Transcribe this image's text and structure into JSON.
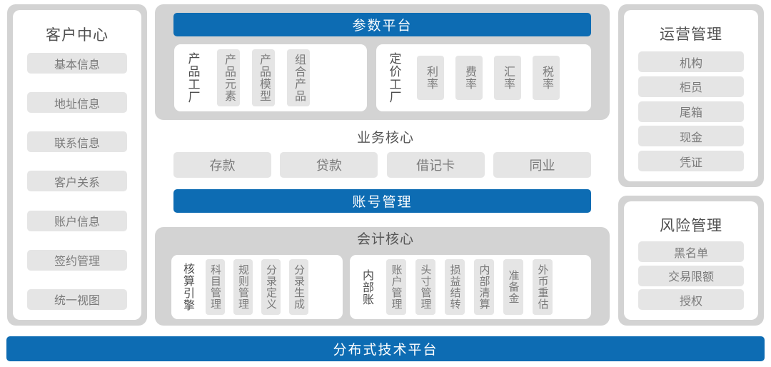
{
  "theme": {
    "accent_blue": "#0d6cb3",
    "panel_gray": "#d3d3d3",
    "chip_gray": "#e5e5e5",
    "chip_text": "#7a7a7a",
    "title_text": "#4f4f4f",
    "card_white": "#ffffff"
  },
  "customer_center": {
    "title": "客户中心",
    "items": [
      {
        "label": "基本信息"
      },
      {
        "label": "地址信息"
      },
      {
        "label": "联系信息"
      },
      {
        "label": "客户关系"
      },
      {
        "label": "账户信息"
      },
      {
        "label": "签约管理"
      },
      {
        "label": "统一视图"
      }
    ]
  },
  "parameter_platform": {
    "banner": "参数平台",
    "groups": [
      {
        "label": "产品工厂",
        "items": [
          {
            "label": "产品元素"
          },
          {
            "label": "产品模型"
          },
          {
            "label": "组合产品"
          }
        ]
      },
      {
        "label": "定价工厂",
        "items": [
          {
            "label": "利率"
          },
          {
            "label": "费率"
          },
          {
            "label": "汇率"
          },
          {
            "label": "税率"
          }
        ]
      }
    ]
  },
  "business_core": {
    "title": "业务核心",
    "items": [
      {
        "label": "存款"
      },
      {
        "label": "贷款"
      },
      {
        "label": "借记卡"
      },
      {
        "label": "同业"
      }
    ],
    "banner": "账号管理"
  },
  "accounting_core": {
    "title": "会计核心",
    "groups": [
      {
        "label": "核算引擎",
        "items": [
          {
            "label": "科目管理"
          },
          {
            "label": "规则管理"
          },
          {
            "label": "分录定义"
          },
          {
            "label": "分录生成"
          }
        ]
      },
      {
        "label": "内部账",
        "items": [
          {
            "label": "账户管理"
          },
          {
            "label": "头寸管理"
          },
          {
            "label": "损益结转"
          },
          {
            "label": "内部清算"
          },
          {
            "label": "准备金"
          },
          {
            "label": "外币重估"
          }
        ]
      }
    ]
  },
  "operations_management": {
    "title": "运营管理",
    "items": [
      {
        "label": "机构"
      },
      {
        "label": "柜员"
      },
      {
        "label": "尾箱"
      },
      {
        "label": "现金"
      },
      {
        "label": "凭证"
      }
    ]
  },
  "risk_management": {
    "title": "风险管理",
    "items": [
      {
        "label": "黑名单"
      },
      {
        "label": "交易限额"
      },
      {
        "label": "授权"
      }
    ]
  },
  "foundation": {
    "banner": "分布式技术平台"
  }
}
